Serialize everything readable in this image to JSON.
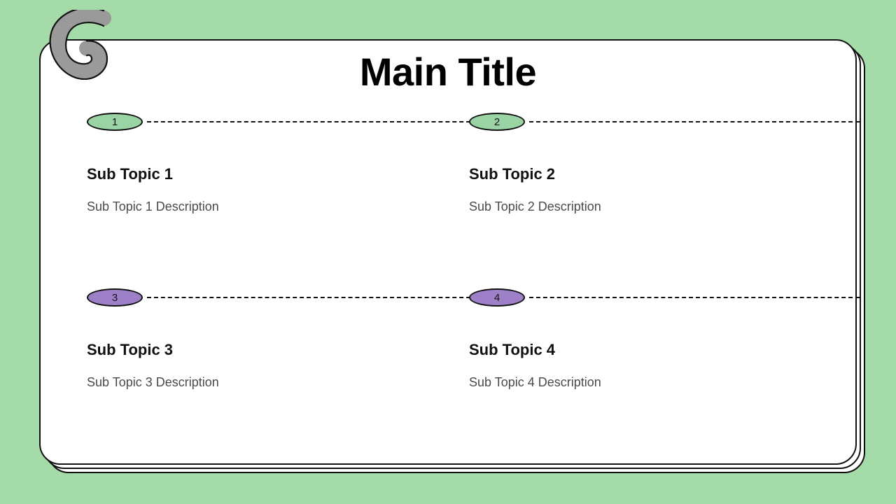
{
  "theme": {
    "background_color": "#a5dba8",
    "card_color": "#ffffff",
    "outline_color": "#111111",
    "accent_green": "#9bd4a4",
    "accent_purple": "#9d80c8",
    "ring_color": "#9a9a9a",
    "heading_color": "#111111",
    "description_color": "#4a4a4a"
  },
  "slide": {
    "title": "Main Title",
    "ring_icon": "spiral-binder-ring-icon",
    "topics": [
      {
        "number": "1",
        "badge_color": "#9bd4a4",
        "heading": "Sub Topic 1",
        "description": "Sub Topic 1 Description"
      },
      {
        "number": "2",
        "badge_color": "#9bd4a4",
        "heading": "Sub Topic 2",
        "description": "Sub Topic 2 Description"
      },
      {
        "number": "3",
        "badge_color": "#9d80c8",
        "heading": "Sub Topic 3",
        "description": "Sub Topic 3 Description"
      },
      {
        "number": "4",
        "badge_color": "#9d80c8",
        "heading": "Sub Topic 4",
        "description": "Sub Topic 4 Description"
      }
    ]
  }
}
